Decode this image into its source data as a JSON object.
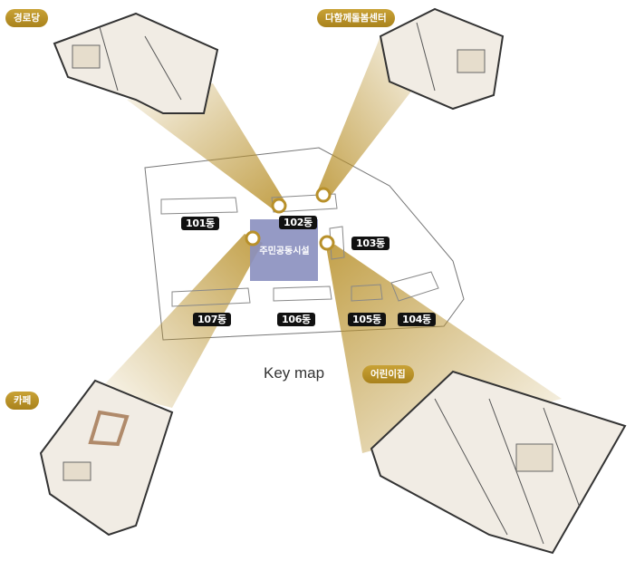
{
  "key_map_title": "Key map",
  "facilities": {
    "senior_center": "경로당",
    "daycare_center": "다함께돌봄센터",
    "cafe": "카페",
    "kindergarten": "어린이집",
    "community": "주민공동시설"
  },
  "buildings": [
    "101동",
    "102동",
    "103동",
    "104동",
    "105동",
    "106동",
    "107동"
  ],
  "colors": {
    "gold": "#b8902a",
    "community": "#8a8fbf",
    "label_bg": "#111111"
  }
}
